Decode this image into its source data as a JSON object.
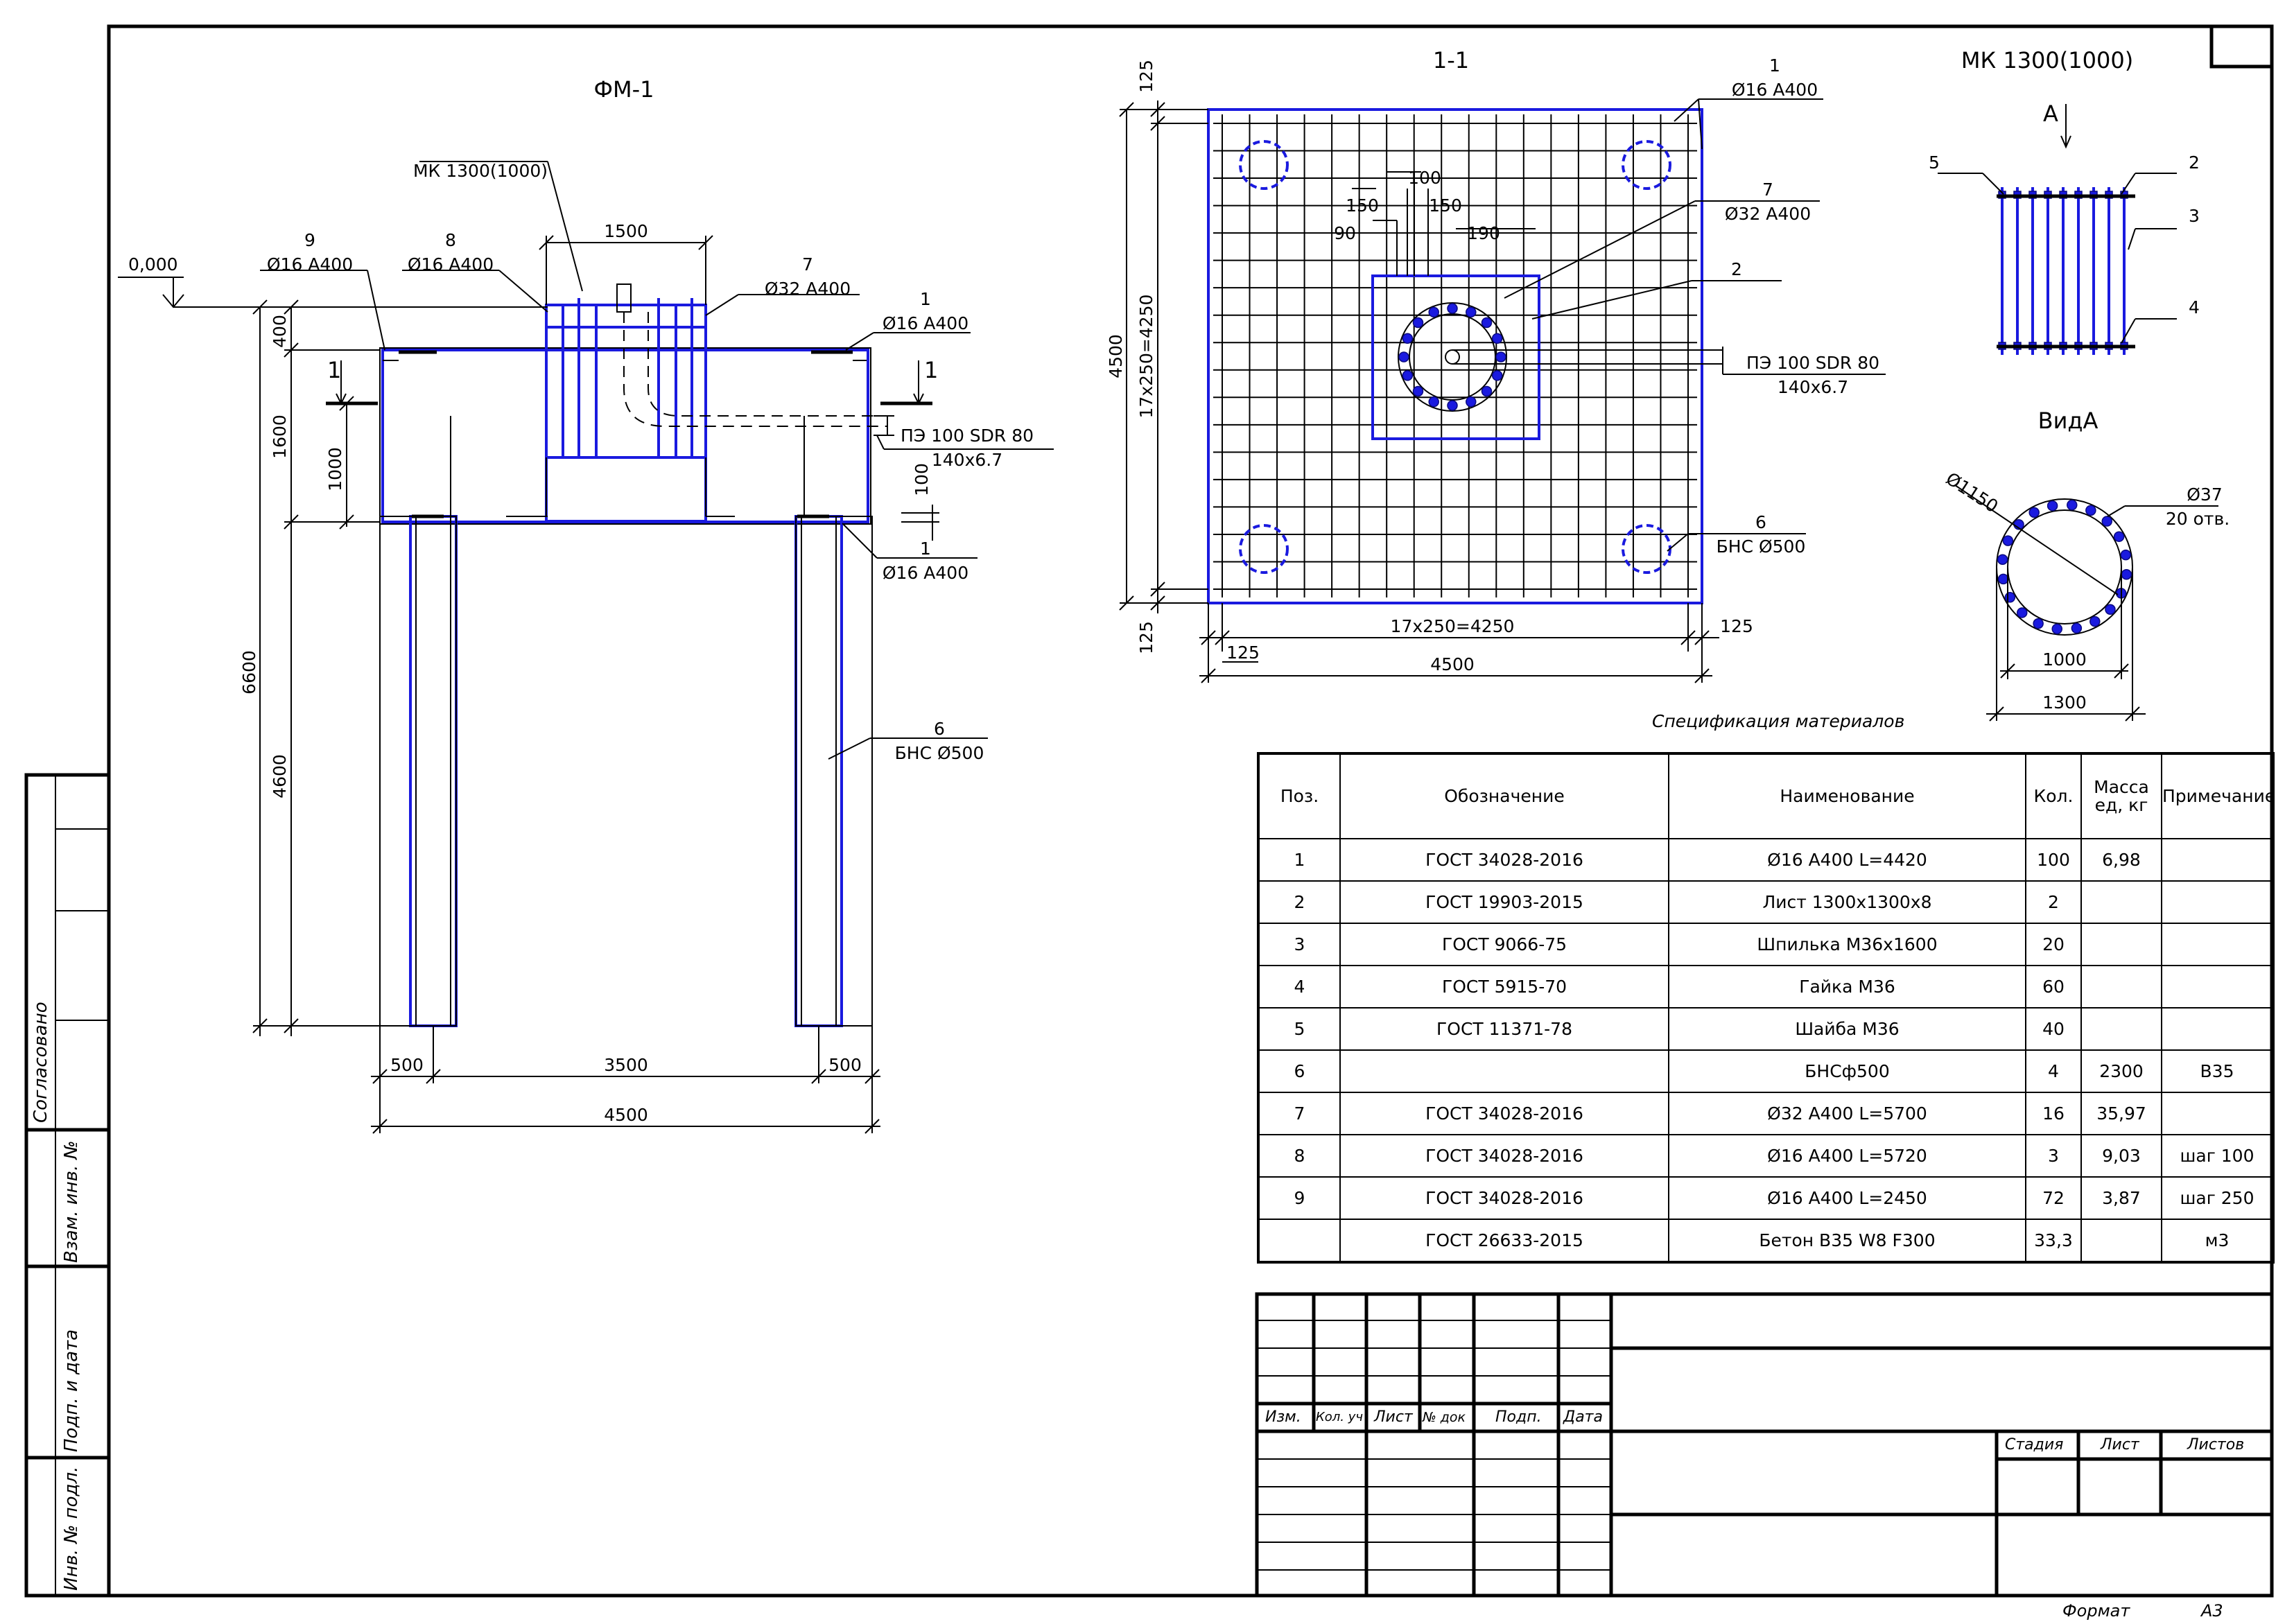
{
  "views": {
    "front_title": "ФМ-1",
    "section_title": "1-1",
    "cage_title": "МК 1300(1000)",
    "view_a_title": "ВидА"
  },
  "front": {
    "level": "0,000",
    "cage_label": "МК 1300(1000)",
    "callout_9_pos": "9",
    "callout_9_text": "Ø16 A400",
    "callout_8_pos": "8",
    "callout_8_text": "Ø16 A400",
    "callout_7_pos": "7",
    "callout_7_text": "Ø32 A400",
    "callout_1a_pos": "1",
    "callout_1a_text": "Ø16 A400",
    "callout_1b_pos": "1",
    "callout_1b_text": "Ø16 A400",
    "callout_6_pos": "6",
    "callout_6_text": "БНС Ø500",
    "pipe_label": "ПЭ 100 SDR 80",
    "pipe_size": "140x6.7",
    "section_mark": "1",
    "dims": {
      "d1500": "1500",
      "d400": "400",
      "d1600": "1600",
      "d1000": "1000",
      "d100": "100",
      "d6600": "6600",
      "d4600": "4600",
      "d500a": "500",
      "d3500": "3500",
      "d500b": "500",
      "d4500": "4500"
    }
  },
  "section": {
    "callout_1_pos": "1",
    "callout_1_text": "Ø16 A400",
    "callout_7_pos": "7",
    "callout_7_text": "Ø32 A400",
    "callout_2_pos": "2",
    "pipe_label": "ПЭ 100 SDR 80",
    "pipe_size": "140x6.7",
    "callout_6_pos": "6",
    "callout_6_text": "БНС Ø500",
    "dims": {
      "d125t": "125",
      "d100": "100",
      "d150a": "150",
      "d150b": "150",
      "d90": "90",
      "d190": "190",
      "d4500v": "4500",
      "d17v": "17x250=4250",
      "d125b": "125",
      "d17h": "17x250=4250",
      "d125l": "125",
      "d125r": "125",
      "d4500h": "4500"
    }
  },
  "cage": {
    "arrow_label": "A",
    "c5": "5",
    "c2": "2",
    "c3": "3",
    "c4": "4",
    "d1150": "Ø1150",
    "d37": "Ø37",
    "holes": "20 отв.",
    "d1000": "1000",
    "d1300": "1300"
  },
  "spec": {
    "caption": "Спецификация материалов",
    "headers": [
      "Поз.",
      "Обозначение",
      "Наименование",
      "Кол.",
      "Масса ед, кг",
      "Примечание"
    ],
    "rows": [
      [
        "1",
        "ГОСТ 34028-2016",
        "Ø16 A400 L=4420",
        "100",
        "6,98",
        ""
      ],
      [
        "2",
        "ГОСТ 19903-2015",
        "Лист 1300x1300x8",
        "2",
        "",
        ""
      ],
      [
        "3",
        "ГОСТ 9066-75",
        "Шпилька М36x1600",
        "20",
        "",
        ""
      ],
      [
        "4",
        "ГОСТ 5915-70",
        "Гайка М36",
        "60",
        "",
        ""
      ],
      [
        "5",
        "ГОСТ 11371-78",
        "Шайба М36",
        "40",
        "",
        ""
      ],
      [
        "6",
        "",
        "БНСф500",
        "4",
        "2300",
        "B35"
      ],
      [
        "7",
        "ГОСТ 34028-2016",
        "Ø32 A400 L=5700",
        "16",
        "35,97",
        ""
      ],
      [
        "8",
        "ГОСТ 34028-2016",
        "Ø16 A400 L=5720",
        "3",
        "9,03",
        "шаг 100"
      ],
      [
        "9",
        "ГОСТ 34028-2016",
        "Ø16 A400 L=2450",
        "72",
        "3,87",
        "шаг 250"
      ],
      [
        "",
        "ГОСТ 26633-2015",
        "Бетон B35 W8 F300",
        "33,3",
        "",
        "м3"
      ]
    ]
  },
  "titleblock": {
    "izm": "Изм.",
    "kol": "Кол. уч",
    "list": "Лист",
    "ndoc": "№ док",
    "podp": "Подп.",
    "data": "Дата",
    "stadia": "Стадия",
    "sheet": "Лист",
    "sheets": "Листов",
    "format_label": "Формат",
    "format_value": "A3"
  },
  "stamp": {
    "soglasovano": "Согласовано",
    "vzam": "Взам. инв. №",
    "podp_data": "Подп. и дата",
    "inv": "Инв. № подл."
  }
}
